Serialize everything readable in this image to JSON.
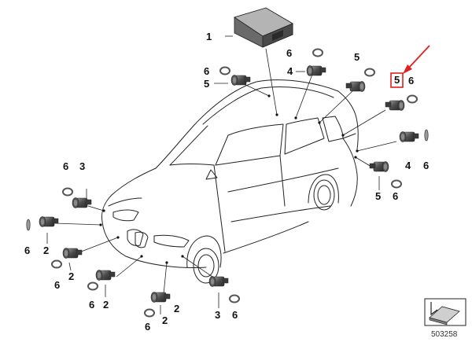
{
  "colors": {
    "line": "#222222",
    "part_dark": "#3a3a3a",
    "part_mid": "#6e6e6e",
    "part_light": "#b8b8b8",
    "highlight": "#e02020"
  },
  "callouts": {
    "c1": "1",
    "c6a": "6",
    "c5a": "5",
    "c6b": "6",
    "c4a": "4",
    "c5b": "5",
    "c5hl": "5",
    "c6c": "6",
    "c4b": "4",
    "c6d": "6",
    "c5c": "5",
    "c6e": "6",
    "c6f": "6",
    "c3a": "3",
    "c6g": "6",
    "c2a": "2",
    "c2b": "2",
    "c6h": "6",
    "c2c": "2",
    "c6i": "6",
    "c2d": "2",
    "c6j": "6",
    "c2e": "2",
    "c3b": "3",
    "c6k": "6"
  },
  "reference_number": "503258",
  "icons": {
    "control_unit": "control-unit-box",
    "sensor": "pdc-sensor",
    "ring": "decoupling-ring",
    "arrow": "red-pointer-arrow",
    "reference": "view-direction-icon"
  }
}
